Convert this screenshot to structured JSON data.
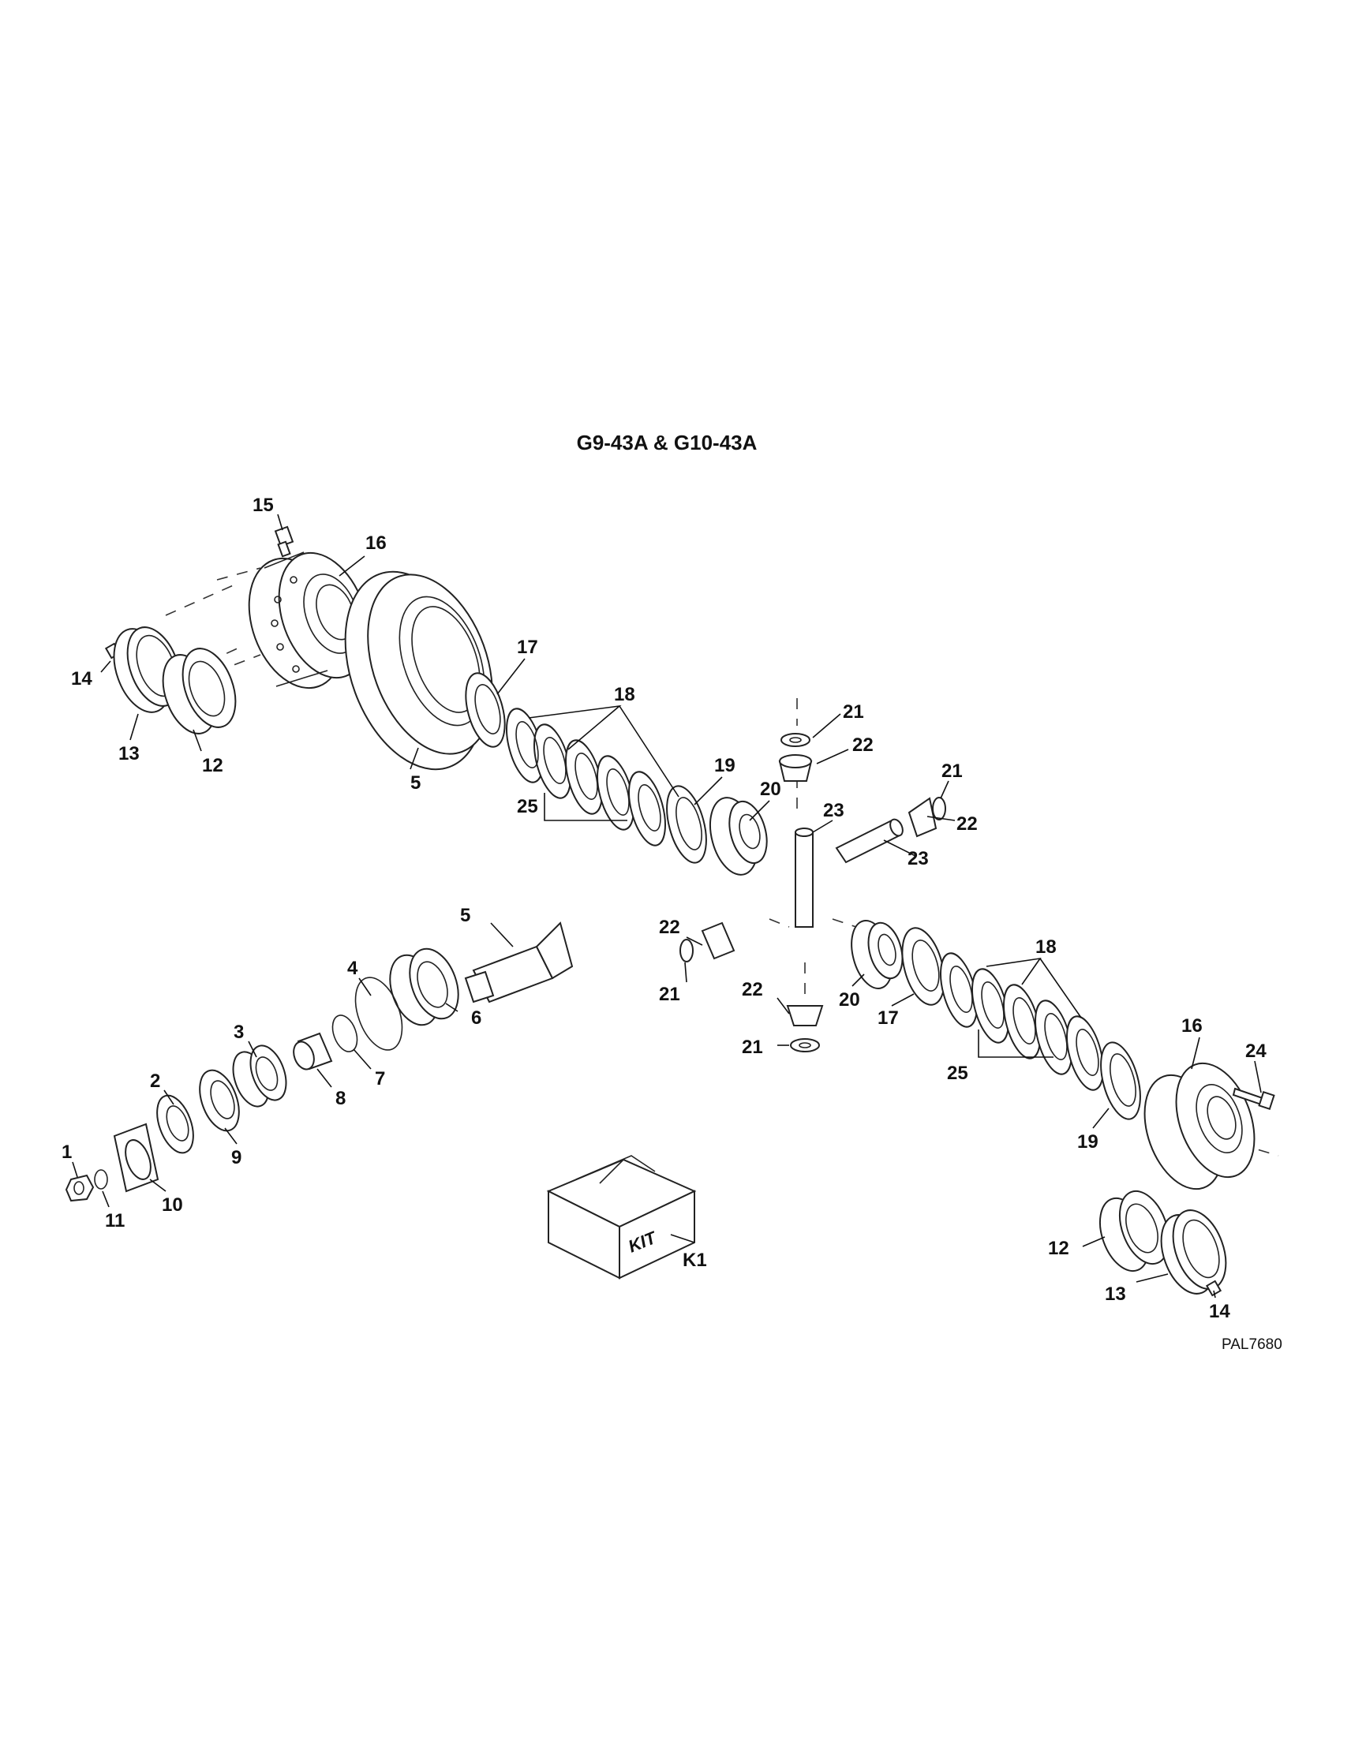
{
  "title": "G9-43A & G10-43A",
  "reference": "PAL7680",
  "kit": {
    "label": "KIT",
    "callout": "K1"
  },
  "callouts": {
    "c15": "15",
    "c16a": "16",
    "c14a": "14",
    "c13a": "13",
    "c12a": "12",
    "c5a": "5",
    "c17a": "17",
    "c18a": "18",
    "c25a": "25",
    "c19a": "19",
    "c20a": "20",
    "c21a": "21",
    "c22a": "22",
    "c21b": "21",
    "c22b": "22",
    "c23a": "23",
    "c23b": "23",
    "c5b": "5",
    "c4": "4",
    "c6": "6",
    "c3": "3",
    "c7": "7",
    "c8": "8",
    "c2": "2",
    "c9": "9",
    "c1": "1",
    "c11": "11",
    "c10": "10",
    "c22c": "22",
    "c21c": "21",
    "c22d": "22",
    "c21d": "21",
    "c20b": "20",
    "c17b": "17",
    "c18b": "18",
    "c25b": "25",
    "c16b": "16",
    "c24": "24",
    "c19b": "19",
    "c12b": "12",
    "c13b": "13",
    "c14b": "14"
  }
}
